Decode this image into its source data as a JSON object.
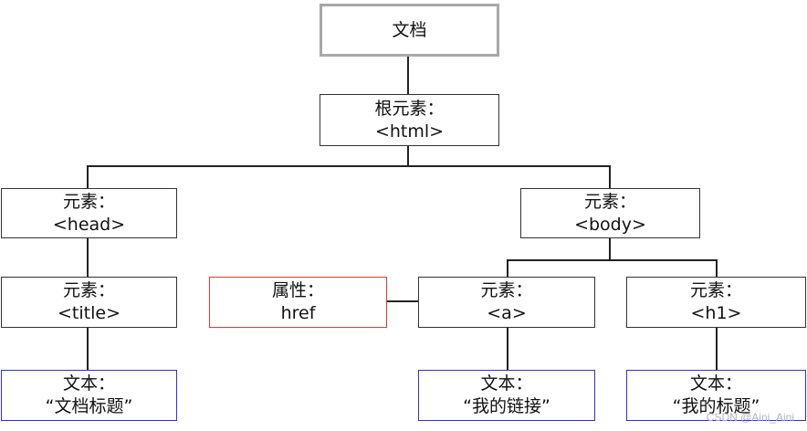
{
  "nodes": {
    "document": {
      "line1": "文档"
    },
    "root": {
      "line1": "根元素：",
      "line2": "<html>"
    },
    "head": {
      "line1": "元素：",
      "line2": "<head>"
    },
    "body": {
      "line1": "元素：",
      "line2": "<body>"
    },
    "title": {
      "line1": "元素：",
      "line2": "<title>"
    },
    "attribute": {
      "line1": "属性：",
      "line2": "href"
    },
    "a": {
      "line1": "元素：",
      "line2": "<a>"
    },
    "h1": {
      "line1": "元素：",
      "line2": "<h1>"
    },
    "title_text": {
      "line1": "文本：",
      "line2": "“文档标题”"
    },
    "a_text": {
      "line1": "文本：",
      "line2": "“我的链接”"
    },
    "h1_text": {
      "line1": "文本：",
      "line2": "“我的标题”"
    }
  },
  "watermark": "CSDN @Aini_Aini"
}
